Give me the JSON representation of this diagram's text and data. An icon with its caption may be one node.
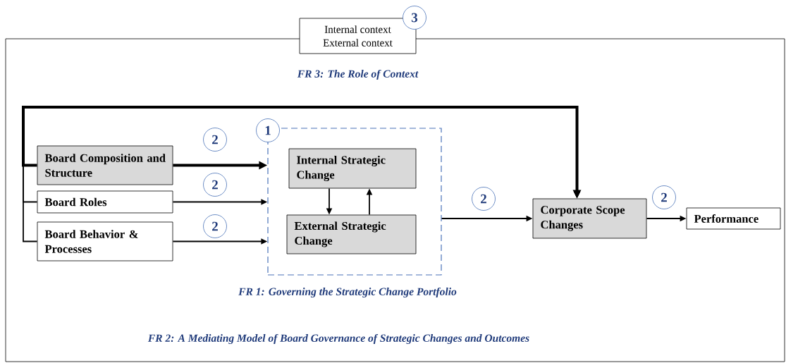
{
  "diagram": {
    "nodes": [
      {
        "text": [
          "FR 2: A Mediating Model of Board Governance of Strategic Changes and Outcomes"
        ]
      },
      {
        "text": [
          "Internal context",
          "External context"
        ],
        "beside": [
          "FR 3: The Role of Context"
        ]
      },
      {
        "text": [
          "3"
        ]
      },
      {
        "text": [
          "Board Composition and Structure"
        ],
        "in": 0
      },
      {
        "text": [
          "Board Roles"
        ],
        "in": 0
      },
      {
        "text": [
          "Board Behavior & Processes"
        ],
        "in": 0
      },
      {
        "text": [],
        "shape": "box",
        "in": 0,
        "beside": [
          "FR 1: Governing the Strategic Change Portfolio"
        ]
      },
      {
        "text": [
          "1"
        ],
        "in": 0
      },
      {
        "text": [
          "Internal Strategic Change"
        ],
        "in": 6
      },
      {
        "text": [
          "External Strategic Change"
        ],
        "in": 6
      },
      {
        "text": [
          "Corporate Scope Changes"
        ],
        "in": 0
      },
      {
        "text": [
          "Performance"
        ],
        "in": 0
      },
      {
        "text": [
          "2"
        ],
        "in": 0
      },
      {
        "text": [
          "2"
        ],
        "in": 0
      },
      {
        "text": [
          "2"
        ],
        "in": 0
      },
      {
        "text": [
          "2"
        ],
        "in": 0
      },
      {
        "text": [
          "2"
        ],
        "in": 0
      }
    ],
    "edges": [
      {
        "from": 3,
        "to": 6,
        "arrow": "to",
        "style": "thick"
      },
      {
        "from": 4,
        "to": 6,
        "arrow": "to"
      },
      {
        "from": 5,
        "to": 6,
        "arrow": "to"
      },
      {
        "from": 8,
        "to": 9,
        "arrow": "to"
      },
      {
        "from": 9,
        "to": 8,
        "arrow": "to"
      },
      {
        "from": 6,
        "to": 10,
        "arrow": "to"
      },
      {
        "from": 10,
        "to": 11,
        "arrow": "to"
      },
      {
        "from": 3,
        "to": 10,
        "arrow": "to",
        "style": "thick"
      },
      {
        "from": 4,
        "to": 10,
        "arrow": "to"
      },
      {
        "from": 5,
        "to": 10,
        "arrow": "to"
      }
    ]
  }
}
